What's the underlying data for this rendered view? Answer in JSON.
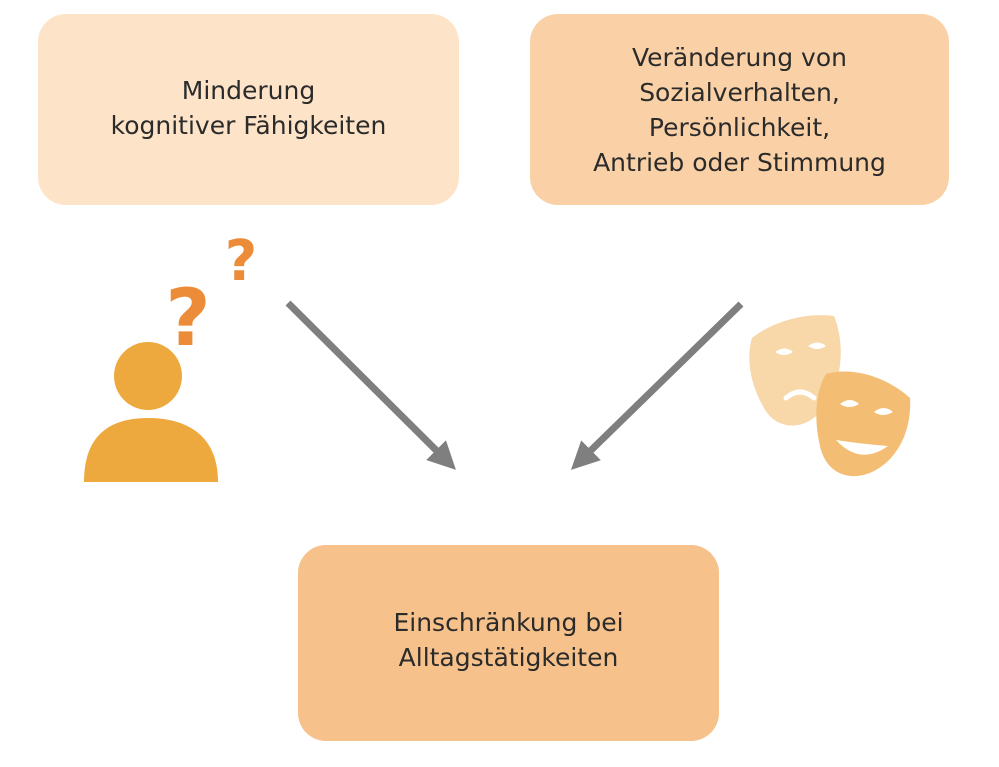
{
  "boxes": {
    "left": {
      "lines": [
        "Minderung",
        "kognitiver Fähigkeiten"
      ],
      "color": "#fde3c7"
    },
    "right": {
      "lines": [
        "Veränderung von",
        "Sozialverhalten,",
        "Persönlichkeit,",
        "Antrieb oder Stimmung"
      ],
      "color": "#fad1a6"
    },
    "bottom": {
      "lines": [
        "Einschränkung bei",
        "Alltagstätigkeiten"
      ],
      "color": "#f6c18a"
    }
  },
  "icons": {
    "person": {
      "name": "person-icon",
      "color": "#eda93e"
    },
    "question_marks": {
      "name": "question-mark-icon",
      "color": "#ec8c38",
      "glyphs": [
        "?",
        "?"
      ]
    },
    "masks": {
      "name": "theater-masks-icon",
      "colors": [
        "#f8d7a8",
        "#f3be73"
      ]
    }
  },
  "arrows": {
    "color": "#7f7f7f",
    "links": [
      {
        "from": "left",
        "to": "bottom"
      },
      {
        "from": "right",
        "to": "bottom"
      }
    ]
  }
}
